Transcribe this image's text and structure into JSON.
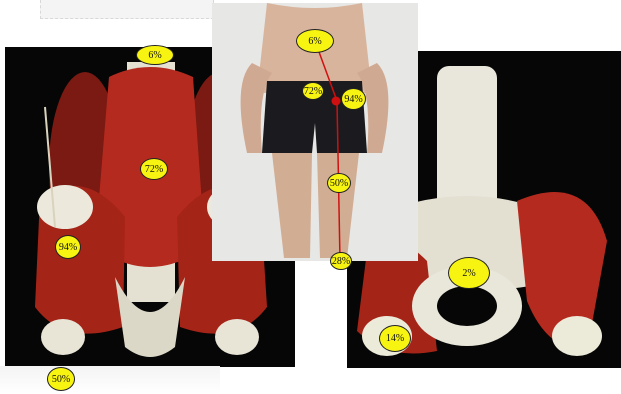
{
  "labels": {
    "left_top": "6%",
    "left_mid": "72%",
    "left_side": "94%",
    "left_bottom": "50%",
    "photo_top": "6%",
    "photo_left": "72%",
    "photo_right": "94%",
    "photo_mid": "50%",
    "photo_bottom": "28%",
    "right_center": "2%",
    "right_low": "14%"
  },
  "colors": {
    "label_fill": "#f8f411",
    "muscle": "#b52a1e",
    "bone": "#e9e7dc",
    "trace_line": "#d01010"
  }
}
